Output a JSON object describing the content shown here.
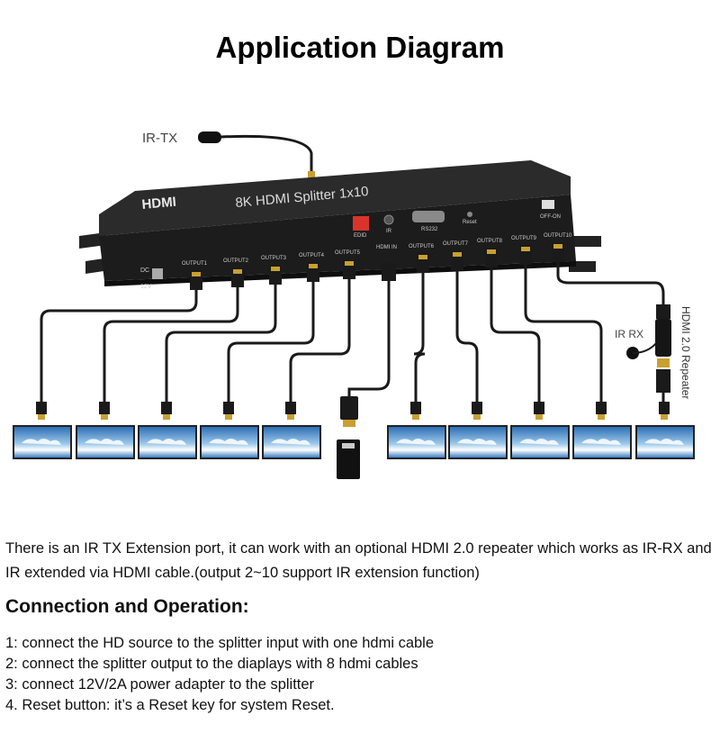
{
  "title": "Application Diagram",
  "device": {
    "logo": "HDMI",
    "name": "8K HDMI Splitter 1x10",
    "edid_label": "EDID",
    "ir_label": "IR",
    "rs232_label": "RS232",
    "reset_label": "Reset",
    "power_switch_label": "OFF-ON",
    "dc_label": "DC",
    "dc_voltage": "12V",
    "hdmi_in_label": "HDMI IN",
    "outputs": [
      "OUTPUT1",
      "OUTPUT2",
      "OUTPUT3",
      "OUTPUT4",
      "OUTPUT5",
      "OUTPUT6",
      "OUTPUT7",
      "OUTPUT8",
      "OUTPUT9",
      "OUTPUT10"
    ]
  },
  "labels": {
    "ir_tx": "IR-TX",
    "ir_rx": "IR RX",
    "repeater": "HDMI 2.0 Repeater"
  },
  "description": "There is an IR TX Extension port, it can work with an optional HDMI 2.0 repeater which works as IR-RX and IR extended via HDMI cable.(output 2~10 support IR extension function)",
  "connection_title": "Connection and Operation:",
  "steps": [
    "1: connect the HD source to the splitter input with one hdmi cable",
    "2: connect the splitter output to the diaplays with 8 hdmi cables",
    "3: connect 12V/2A power adapter to the splitter",
    "4. Reset button: it’s a Reset key for system Reset."
  ],
  "colors": {
    "device_body": "#1c1c1c",
    "device_top": "#2b2b2b",
    "cable": "#1a1a1a",
    "screen_sky": "#3f86c9",
    "edid_switch": "#d9342b",
    "connector_gold": "#c9a030"
  }
}
